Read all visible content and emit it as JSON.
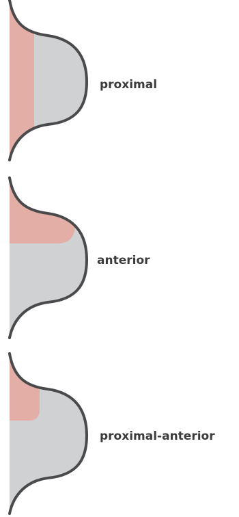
{
  "panels": [
    {
      "id": "proximal",
      "label": "proximal"
    },
    {
      "id": "anterior",
      "label": "anterior"
    },
    {
      "id": "proximal-anterior",
      "label": "proximal-anterior"
    }
  ],
  "colors": {
    "bone": "#d0d1d3",
    "highlight": "#e3aea5",
    "outline": "#4a4a4c"
  }
}
